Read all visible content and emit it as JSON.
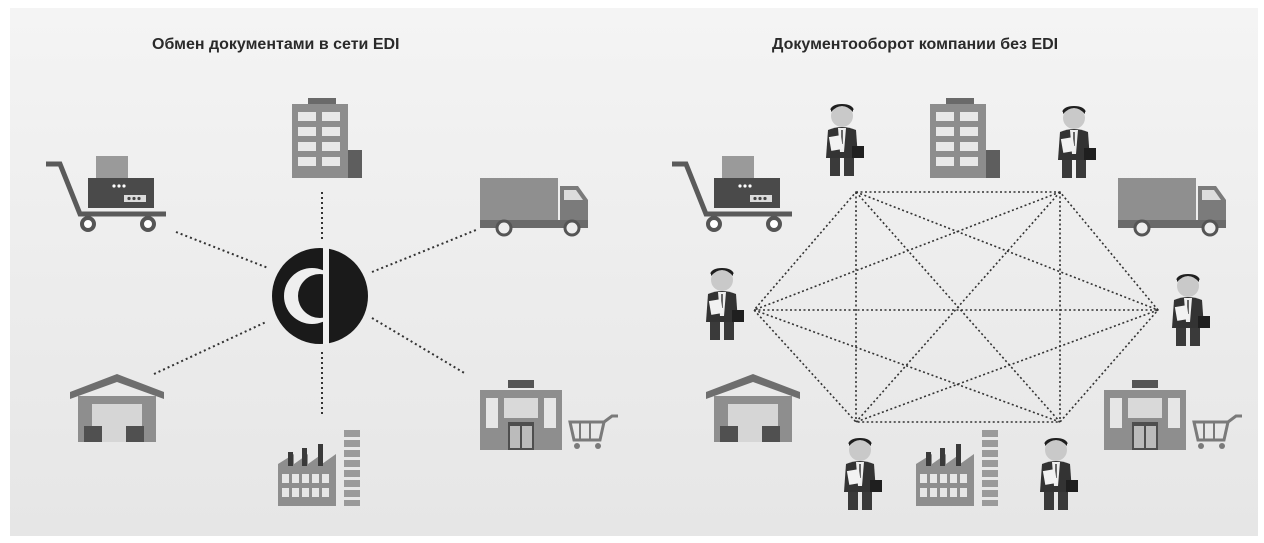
{
  "left_panel": {
    "title": "Обмен документами в сети EDI"
  },
  "right_panel": {
    "title": "Документооборот компании без EDI"
  },
  "icons": {
    "hub": "edi-hub-logo-icon",
    "building": "office-building-icon",
    "cart": "hand-truck-with-boxes-icon",
    "truck": "delivery-truck-icon",
    "warehouse": "warehouse-icon",
    "factory": "factory-icon",
    "shop": "shop-with-cart-icon",
    "person": "businessman-icon",
    "shop_sign": "shop"
  },
  "colors": {
    "icon_gray": "#8c8c8c",
    "icon_dark": "#2b2b2b",
    "line": "#333333"
  }
}
